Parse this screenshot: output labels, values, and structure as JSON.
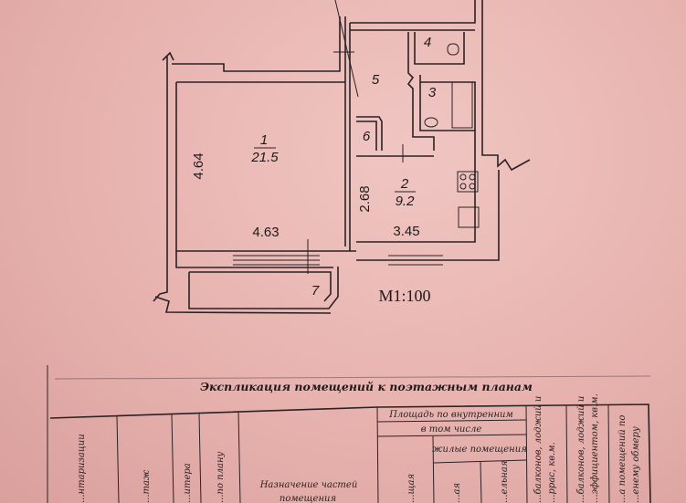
{
  "plan": {
    "rooms": [
      {
        "number": "1",
        "area": "21.5"
      },
      {
        "number": "2",
        "area": "9.2"
      },
      {
        "number": "3"
      },
      {
        "number": "4"
      },
      {
        "number": "5"
      },
      {
        "number": "6"
      },
      {
        "number": "7"
      }
    ],
    "dimensions": {
      "room1_height": "4.64",
      "room1_width": "4.63",
      "room2_height": "2.68",
      "room2_width": "3.45"
    },
    "scale": "M1:100"
  },
  "table": {
    "title": "Экспликация помещений к поэтажным планам",
    "headers": {
      "inventory": "...нтаризации",
      "floor": "...таж",
      "letter": "...итера",
      "plan_no": "...по плану",
      "purpose_line1": "Назначение частей",
      "purpose_line2": "помещения",
      "area_inner": "Площадь по внутренним",
      "including": "в том числе",
      "living": "жилые помещения",
      "total": "...щая",
      "living_main": "...ая",
      "auxiliary": "...ельная",
      "balconies_line1": "...балконов, лоджий и",
      "balconies_line2": "...ррас, кв.м.",
      "balconies_coef_line1": "...балконов, лоджий и",
      "balconies_coef_line2": "...эффициентом, кв.м.",
      "outer_line1": "...а помещений по",
      "outer_line2": "...енему обмеру"
    }
  }
}
